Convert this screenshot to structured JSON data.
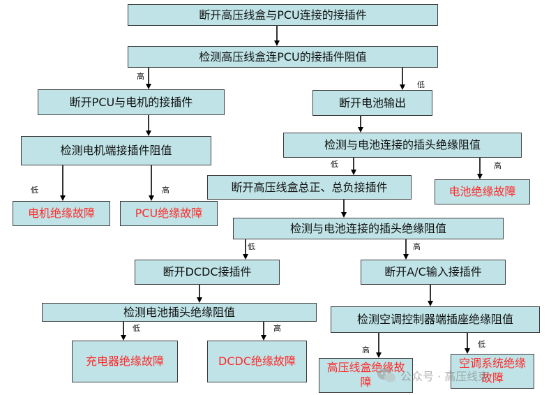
{
  "nodes": {
    "n1": "断开高压线盒与PCU连接的接插件",
    "n2": "检测高压线盒连PCU的接插件阻值",
    "n3": "断开PCU与电机的接插件",
    "n4": "断开电池输出",
    "n5": "检测电机端接插件阻值",
    "n6": "检测与电池连接的插头绝缘阻值",
    "n7": "断开高压线盒总正、总负接插件",
    "n8": "检测与电池连接的插头绝缘阻值",
    "n9": "断开DCDC接插件",
    "n10": "断开A/C输入接插件",
    "n11": "检测电池插头绝缘阻值",
    "n12": "检测空调控制器端插座绝缘阻值"
  },
  "faults": {
    "f1": "电机绝缘故障",
    "f2": "PCU绝缘故障",
    "f3": "电池绝缘故障",
    "f4": "充电器绝缘故障",
    "f5": "DCDC绝缘故障",
    "f6": "高压线盒绝缘故障",
    "f7": "空调系统绝缘故障"
  },
  "labels": {
    "high": "高",
    "low": "低"
  },
  "watermark": "公众号 · 高压线束",
  "colors": {
    "box_fill": "#bfe3e6",
    "fault_text": "#ff2a2a"
  }
}
